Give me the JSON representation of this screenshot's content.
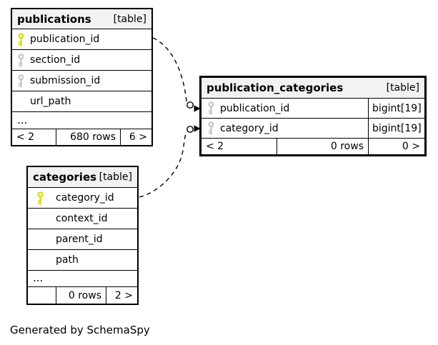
{
  "meta": {
    "footer_note": "Generated by SchemaSpy"
  },
  "colors": {
    "header_bg": "#f2f2f2",
    "table_border": "#000000",
    "primary_key_icon": "#d8d800",
    "foreign_key_icon": "#c4c4c4",
    "connector": "#000000"
  },
  "tables": [
    {
      "id": "publications",
      "name": "publications",
      "tag": "[table]",
      "columns": [
        {
          "name": "publication_id",
          "key": "primary"
        },
        {
          "name": "section_id",
          "key": "foreign"
        },
        {
          "name": "submission_id",
          "key": "foreign"
        },
        {
          "name": "url_path",
          "key": "none"
        }
      ],
      "ellipsis": "...",
      "footer": {
        "prev": "< 2",
        "rows": "680 rows",
        "next": "6 >"
      }
    },
    {
      "id": "publication_categories",
      "name": "publication_categories",
      "tag": "[table]",
      "columns": [
        {
          "name": "publication_id",
          "key": "foreign",
          "type": "bigint[19]"
        },
        {
          "name": "category_id",
          "key": "foreign",
          "type": "bigint[19]"
        }
      ],
      "footer": {
        "prev": "< 2",
        "rows": "0 rows",
        "next": "0 >"
      }
    },
    {
      "id": "categories",
      "name": "categories",
      "tag": "[table]",
      "columns": [
        {
          "name": "category_id",
          "key": "primary"
        },
        {
          "name": "context_id",
          "key": "none"
        },
        {
          "name": "parent_id",
          "key": "none"
        },
        {
          "name": "path",
          "key": "none"
        }
      ],
      "ellipsis": "...",
      "footer": {
        "prev": "",
        "rows": "0 rows",
        "next": "2 >"
      }
    }
  ],
  "relationships": [
    {
      "from_table": "publications",
      "from_column": "publication_id",
      "to_table": "publication_categories",
      "to_column": "publication_id",
      "style": "dashed"
    },
    {
      "from_table": "categories",
      "from_column": "category_id",
      "to_table": "publication_categories",
      "to_column": "category_id",
      "style": "dashed"
    }
  ]
}
